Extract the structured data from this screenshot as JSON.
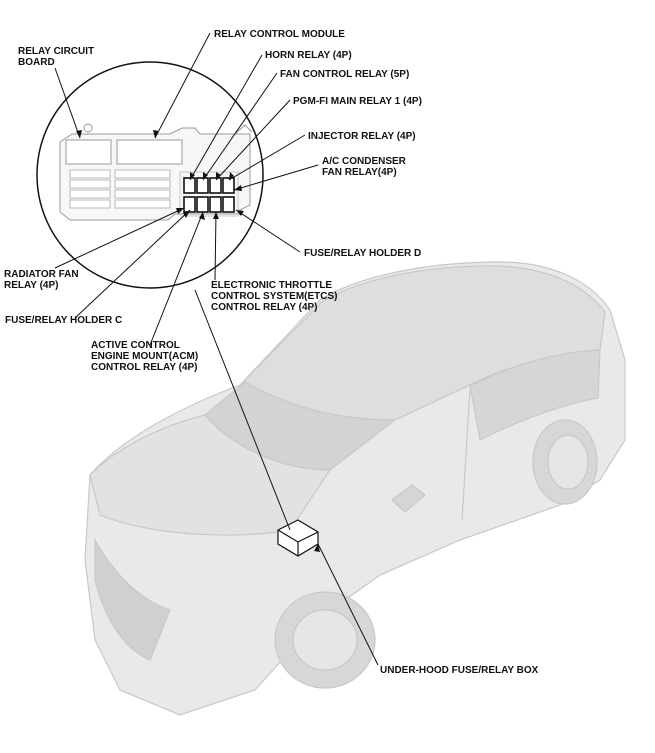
{
  "labels": {
    "relay_control_module": "RELAY CONTROL MODULE",
    "relay_circuit_board": [
      "RELAY CIRCUIT",
      "BOARD"
    ],
    "horn_relay": "HORN RELAY (4P)",
    "fan_control_relay": "FAN CONTROL RELAY (5P)",
    "pgm_fi_main_relay": "PGM-FI MAIN RELAY 1 (4P)",
    "injector_relay": "INJECTOR RELAY (4P)",
    "ac_condenser_fan_relay": [
      "A/C CONDENSER",
      "FAN RELAY(4P)"
    ],
    "fuse_relay_holder_d": "FUSE/RELAY HOLDER D",
    "radiator_fan_relay": [
      "RADIATOR FAN",
      "RELAY (4P)"
    ],
    "etcs_control_relay": [
      "ELECTRONIC THROTTLE",
      "CONTROL SYSTEM(ETCS)",
      "CONTROL RELAY (4P)"
    ],
    "fuse_relay_holder_c": "FUSE/RELAY HOLDER C",
    "acm_control_relay": [
      "ACTIVE CONTROL",
      "ENGINE MOUNT(ACM)",
      "CONTROL RELAY (4P)"
    ],
    "under_hood_box": "UNDER-HOOD FUSE/RELAY BOX"
  }
}
